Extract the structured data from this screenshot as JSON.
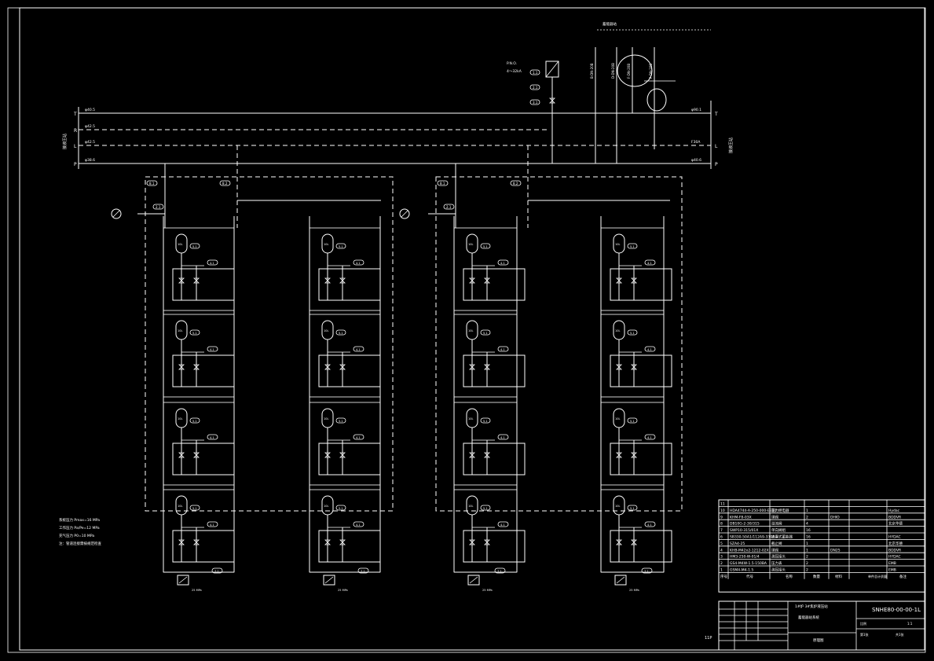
{
  "lines": {
    "T": "T",
    "R": "R",
    "L": "L",
    "P": "P",
    "t_left": "φ40.5",
    "r_left": "φ42.5",
    "l_left": "φ42.5",
    "p_left": "φ38.6",
    "t_right": "φ90.1",
    "l_right": "F30A",
    "p_right": "φ40.6",
    "left_side": "接液压站",
    "right_side": "接液压站"
  },
  "top_device": {
    "title": "蓄能器站",
    "label_a": "P.N.O.",
    "label_b": "4～32kA",
    "v1": "B-DN-20B",
    "v2": "D-DN-20B",
    "v3": "F-DN-20B",
    "v4": "P-DN-20B"
  },
  "tags": {
    "top_1": "1.1",
    "top_2": "2.1",
    "top_3": "3.1",
    "b1_1": "8.1",
    "b1_2": "8.2",
    "b1_3": "2.1",
    "b2_1": "8.1",
    "b2_2": "8.2",
    "b2_3": "2.1"
  },
  "units": {
    "accum_a": "10L",
    "accum_b": "10L",
    "acc_tag": "4.1",
    "side_tag": "5.1",
    "bottom_tag": "7.1",
    "pressure": "25 MPa"
  },
  "notes": {
    "line1": "系统压力 Pmax=16 MPa",
    "line2": "工作压力 Pa/Pe=12 MPa",
    "line3": "充气压力 P0=10 MPa",
    "line4": "注：管道连接需按规范检查"
  },
  "bom": {
    "rows": [
      {
        "no": "11",
        "code": "",
        "name": "",
        "qty": "",
        "mat": "",
        "note": ""
      },
      {
        "no": "10",
        "code": "HDA4744-A-250-000-EED1",
        "name": "压力继电器",
        "qty": "1",
        "mat": "",
        "note": "Hydac"
      },
      {
        "no": "9",
        "code": "KHM-F8-03X",
        "name": "球阀",
        "qty": "2",
        "mat": "DHIO",
        "note": "BDDVR"
      },
      {
        "no": "8",
        "code": "DB10G-2-30/315",
        "name": "溢流阀",
        "qty": "4",
        "mat": "",
        "note": "北京华德"
      },
      {
        "no": "7",
        "code": "SWP10-315/01X",
        "name": "单向阀组",
        "qty": "16",
        "mat": "",
        "note": ""
      },
      {
        "no": "6",
        "code": "SB330-50A1/112A9-330A",
        "name": "皮囊式蓄能器",
        "qty": "16",
        "mat": "",
        "note": "HYDAC"
      },
      {
        "no": "5",
        "code": "SZA4-25",
        "name": "截止阀",
        "qty": "1",
        "mat": "",
        "note": "北京华德"
      },
      {
        "no": "4",
        "code": "KHB-M42x2-1212-02X",
        "name": "球阀",
        "qty": "1",
        "mat": "DN25",
        "note": "BDDVR"
      },
      {
        "no": "3",
        "code": "HM3-250-W-01/4",
        "name": "测压接头",
        "qty": "2",
        "mat": "",
        "note": "HYDAC"
      },
      {
        "no": "2",
        "code": "GS4-M4W-1.5-150BA",
        "name": "压力表",
        "qty": "2",
        "mat": "",
        "note": "EMB"
      },
      {
        "no": "1",
        "code": "GSM4-M4-1.5",
        "name": "测压接头",
        "qty": "2",
        "mat": "",
        "note": "EMB"
      }
    ],
    "header": {
      "no": "序号",
      "code": "代号",
      "name": "名称",
      "qty": "数量",
      "mat": "材料",
      "note": "备注"
    },
    "weight_label": "单件总计质量",
    "title_main": "1#炉 3#焦炉液压站",
    "title_sub": "蓄能器站系统",
    "drawing_no": "SNHE80-00-00-1L",
    "drawing_name": "原理图",
    "scale_label": "比例",
    "sheet_label": "第1张",
    "scale_val": "1:1",
    "sheet_count": "共1张"
  },
  "corner_mark": "11P"
}
